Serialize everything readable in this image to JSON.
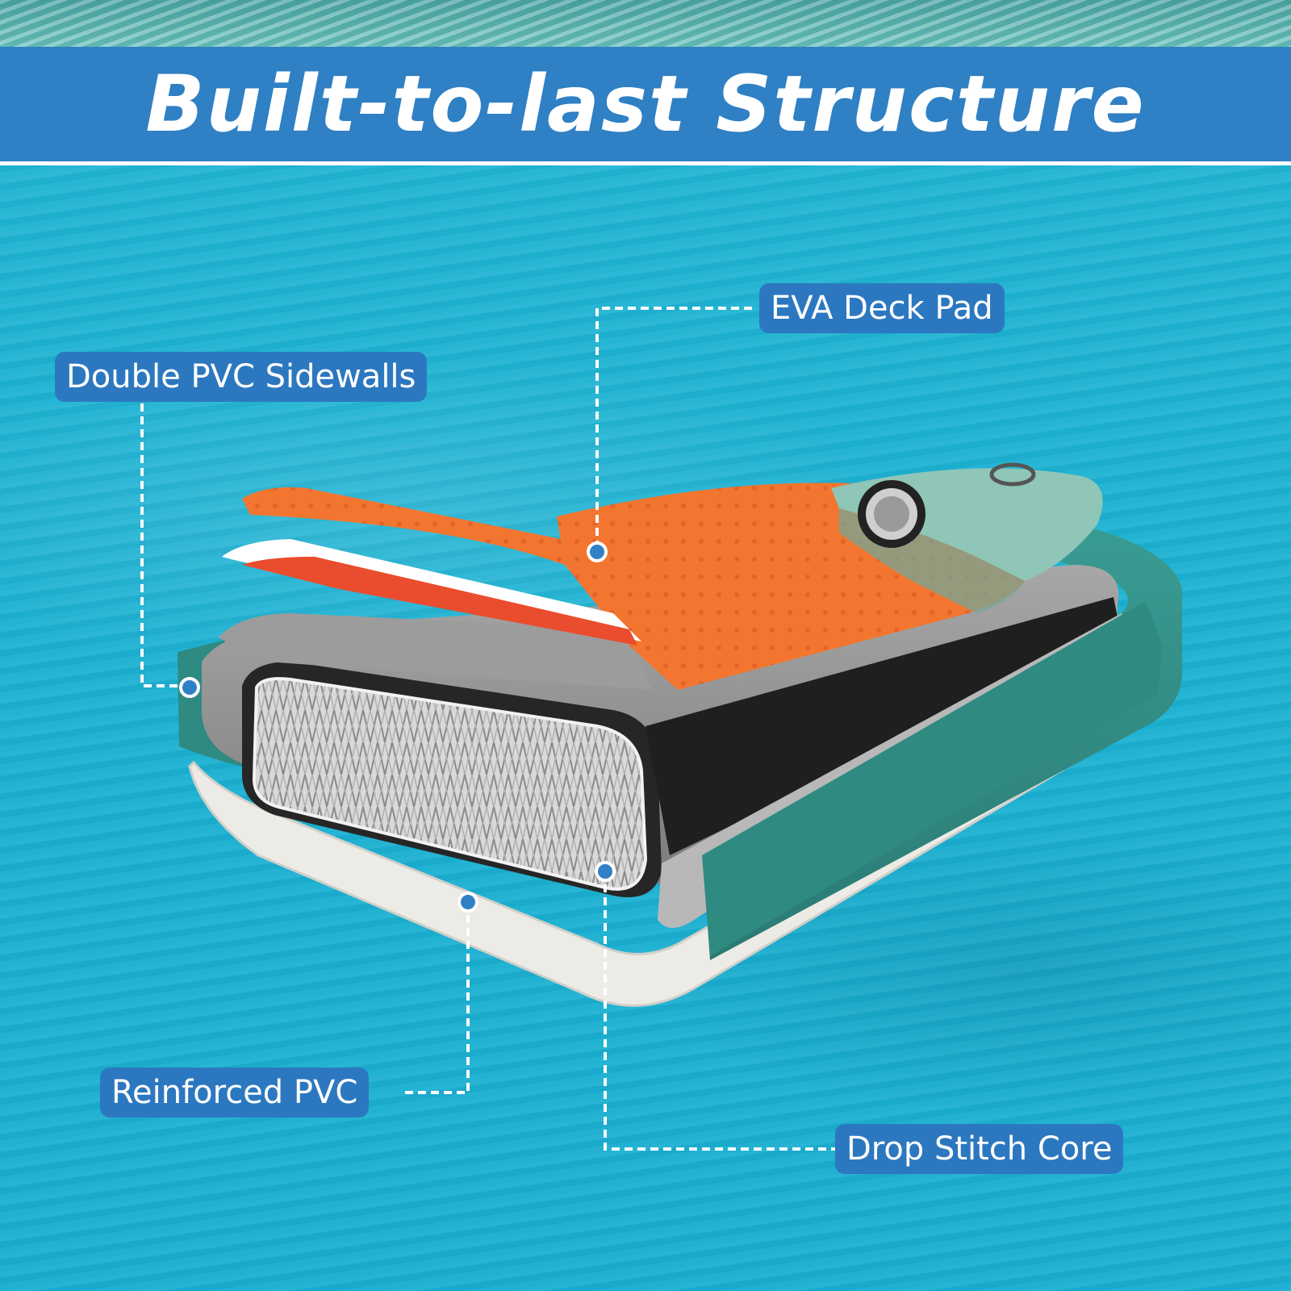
{
  "title": "Built-to-last Structure",
  "callouts": {
    "eva_deck_pad": "EVA Deck Pad",
    "double_pvc_sidewalls": "Double PVC Sidewalls",
    "reinforced_pvc": "Reinforced PVC",
    "drop_stitch_core": "Drop Stitch Core"
  },
  "colors": {
    "banner": "#2f80c4",
    "callout_bg": "#2c78c0",
    "water": "#1fb3d2",
    "deck_pad_orange": "#f2762f",
    "sidewall_teal": "#2e8c84"
  }
}
